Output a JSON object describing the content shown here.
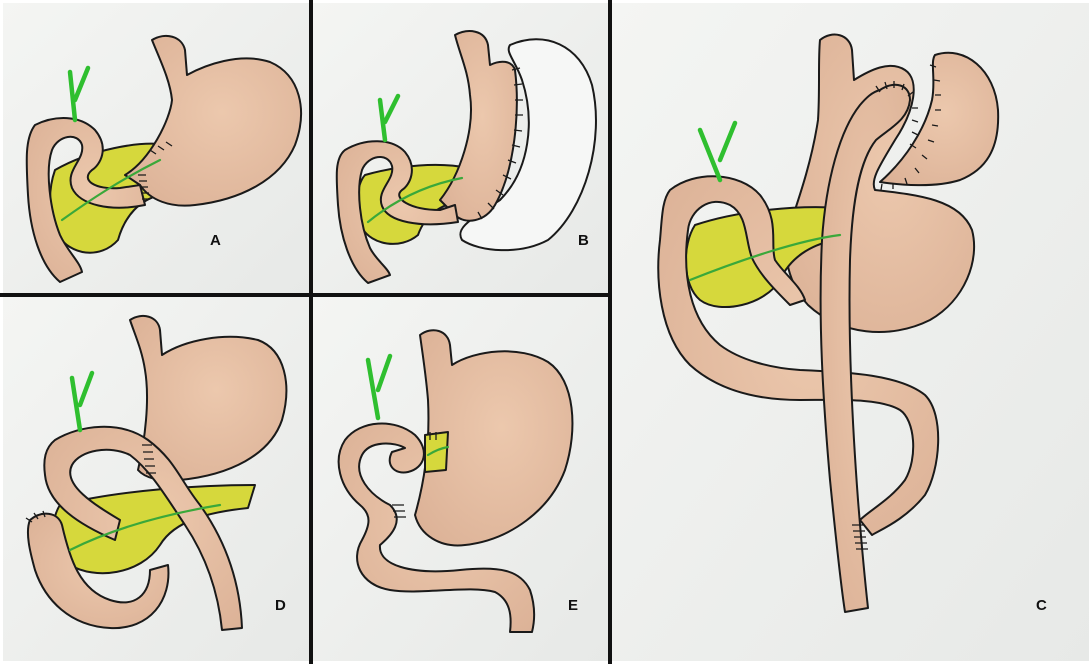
{
  "figure": {
    "panels": [
      {
        "id": "A",
        "label": "A"
      },
      {
        "id": "B",
        "label": "B"
      },
      {
        "id": "C",
        "label": "C"
      },
      {
        "id": "D",
        "label": "D"
      },
      {
        "id": "E",
        "label": "E"
      }
    ]
  },
  "colors": {
    "stomach_fill": "#e8c2a6",
    "intestine_fill": "#e3bda3",
    "pancreas_fill": "#d4d63a",
    "bile_duct": "#2fbf2f",
    "panel_background": "#eef0ee",
    "divider": "#111111"
  }
}
